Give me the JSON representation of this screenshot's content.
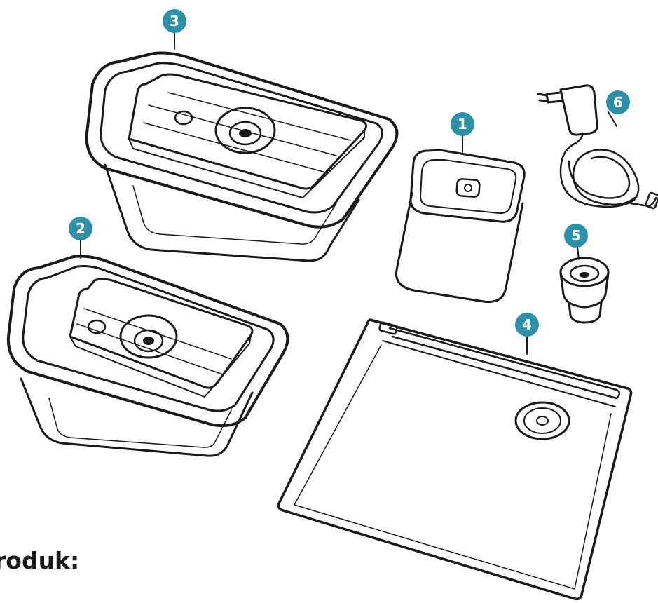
{
  "colors": {
    "badge": "#2e8fa8",
    "outline": "#1a1a1a",
    "fill_grey": "#d9d9d9"
  },
  "callouts": {
    "pump": "1",
    "small_container": "2",
    "large_container": "3",
    "vacuum_bag": "4",
    "adapter": "5",
    "charger": "6"
  },
  "caption": "roduk:",
  "icons": {
    "pump": "vacuum-pump-icon",
    "small_container": "small-container-icon",
    "large_container": "large-container-icon",
    "vacuum_bag": "vacuum-bag-icon",
    "adapter": "adapter-icon",
    "charger": "charger-icon"
  }
}
